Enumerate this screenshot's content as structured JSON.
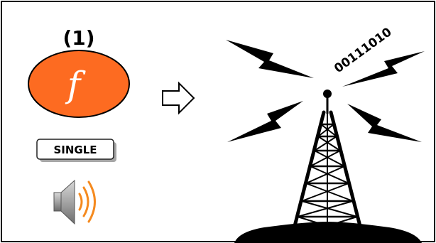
{
  "step": {
    "number": "(1)"
  },
  "function_key": {
    "letter": "f",
    "fill_color": "#fd6b21"
  },
  "mode_key": {
    "label": "SINGLE"
  },
  "speaker": {
    "icon": "speaker-sound-icon",
    "wave_color": "#f58a1f"
  },
  "arrow": {
    "icon": "hollow-right-arrow-icon"
  },
  "tower": {
    "icon": "radio-broadcast-tower-icon"
  },
  "transmission": {
    "bits": "00111010"
  }
}
